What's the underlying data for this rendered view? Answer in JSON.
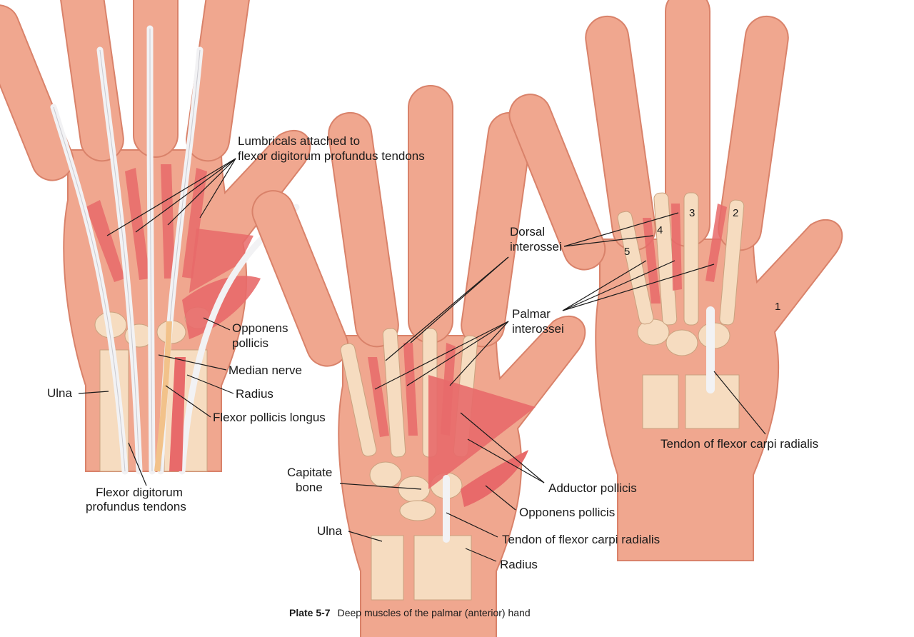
{
  "caption": {
    "plate": "Plate 5-7",
    "title": "Deep muscles of the palmar (anterior) hand"
  },
  "colors": {
    "skin": "#f0a78f",
    "skin_edge": "#d9826a",
    "bone": "#f6dcc0",
    "bone_edge": "#c9a27f",
    "muscle": "#e86a6a",
    "tendon": "#f2f2f4",
    "nerve": "#f2c28a",
    "text": "#1a1a1a"
  },
  "labels": {
    "lumbricals_1": "Lumbricals attached to",
    "lumbricals_2": "flexor digitorum profundus tendons",
    "opponens_left_1": "Opponens",
    "opponens_left_2": "pollicis",
    "median_nerve": "Median nerve",
    "radius_left": "Radius",
    "ulna_left": "Ulna",
    "flexor_pollicis_longus": "Flexor pollicis longus",
    "fdp_tendons_1": "Flexor digitorum",
    "fdp_tendons_2": "profundus tendons",
    "dorsal_1": "Dorsal",
    "dorsal_2": "interossei",
    "palmar_1": "Palmar",
    "palmar_2": "interossei",
    "capitate_1": "Capitate",
    "capitate_2": "bone",
    "adductor_pollicis": "Adductor pollicis",
    "opponens_middle": "Opponens pollicis",
    "ulna_middle": "Ulna",
    "tendon_fcr_middle": "Tendon of flexor carpi radialis",
    "radius_middle": "Radius",
    "tendon_fcr_right": "Tendon of flexor carpi radialis",
    "num_1": "1",
    "num_2": "2",
    "num_3": "3",
    "num_4": "4",
    "num_5": "5"
  }
}
